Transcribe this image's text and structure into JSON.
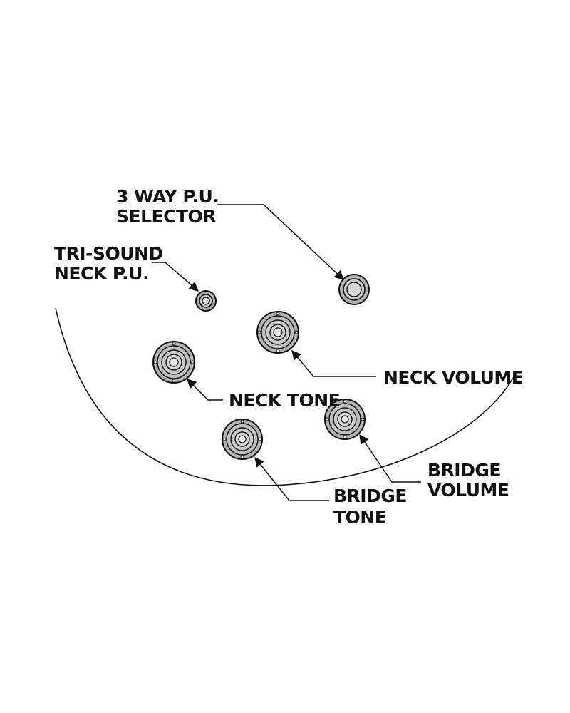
{
  "labels": {
    "selector": {
      "line1": "3 WAY P.U.",
      "line2": "SELECTOR"
    },
    "tri_sound": {
      "line1": "TRI-SOUND",
      "line2": "NECK P.U."
    },
    "neck_volume": {
      "line1": "NECK VOLUME"
    },
    "neck_tone": {
      "line1": "NECK TONE"
    },
    "bridge_volume": {
      "line1": "BRIDGE",
      "line2": "VOLUME"
    },
    "bridge_tone": {
      "line1": "BRIDGE",
      "line2": "TONE"
    }
  },
  "colors": {
    "ink": "#111111",
    "knob_fill": "#b3b3b3",
    "knob_inner": "#d4d4d4"
  }
}
